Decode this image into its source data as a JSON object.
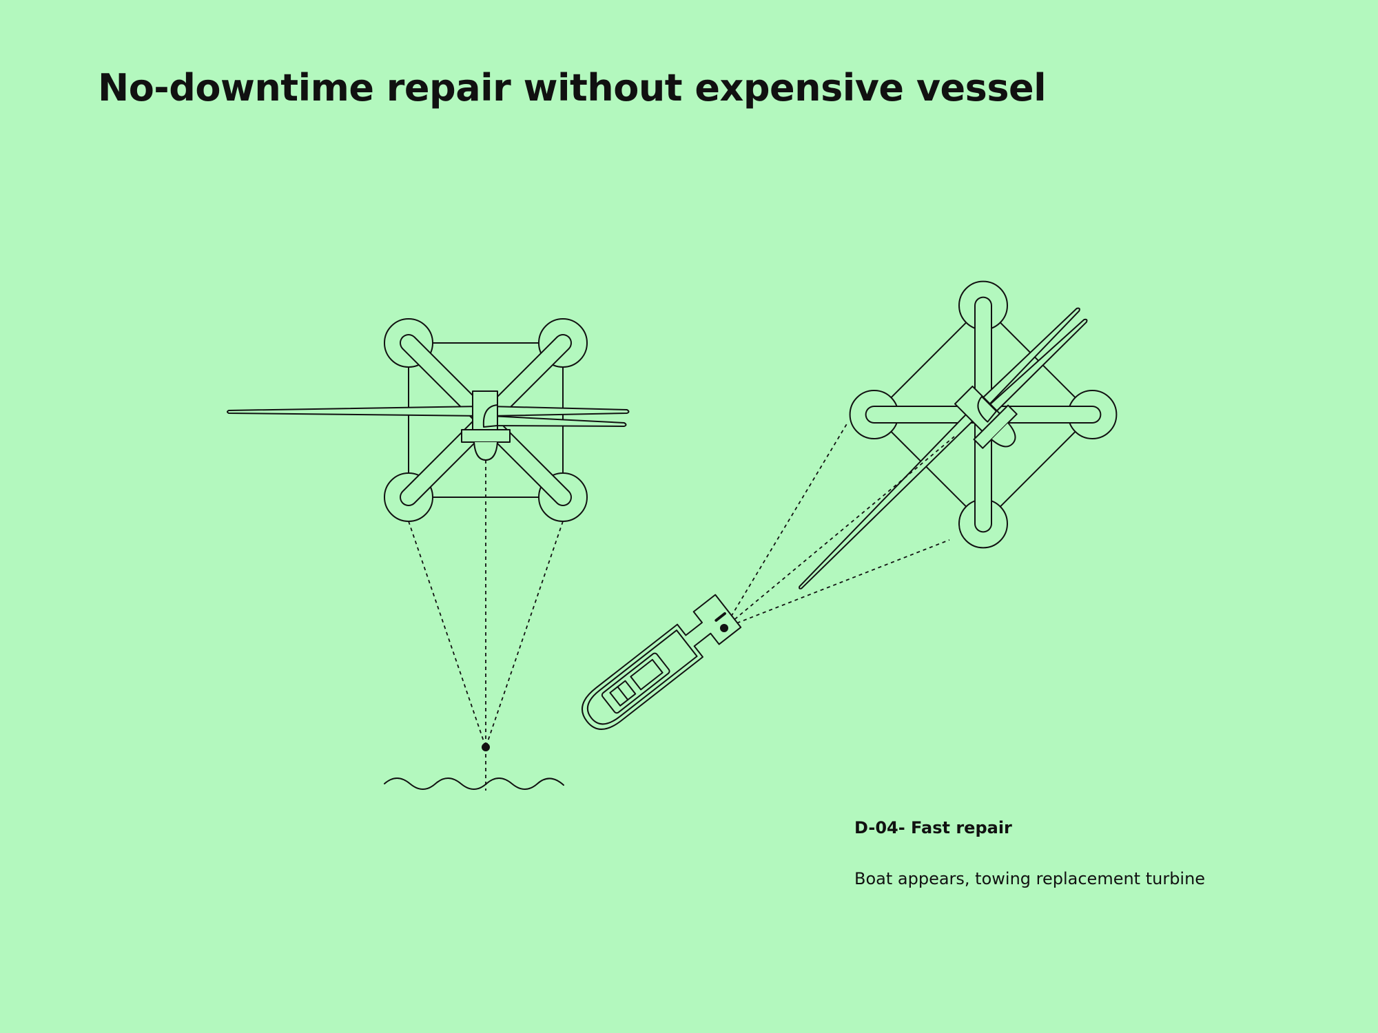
{
  "title": "No-downtime repair without expensive vessel",
  "caption": {
    "step": "D-04- Fast repair",
    "description": "Boat appears, towing replacement turbine"
  },
  "colors": {
    "background": "#b3f8be",
    "line": "#111111"
  },
  "icons": [
    "floating-wind-turbine-moored",
    "replacement-wind-turbine-towed",
    "tug-boat",
    "water-waves"
  ]
}
